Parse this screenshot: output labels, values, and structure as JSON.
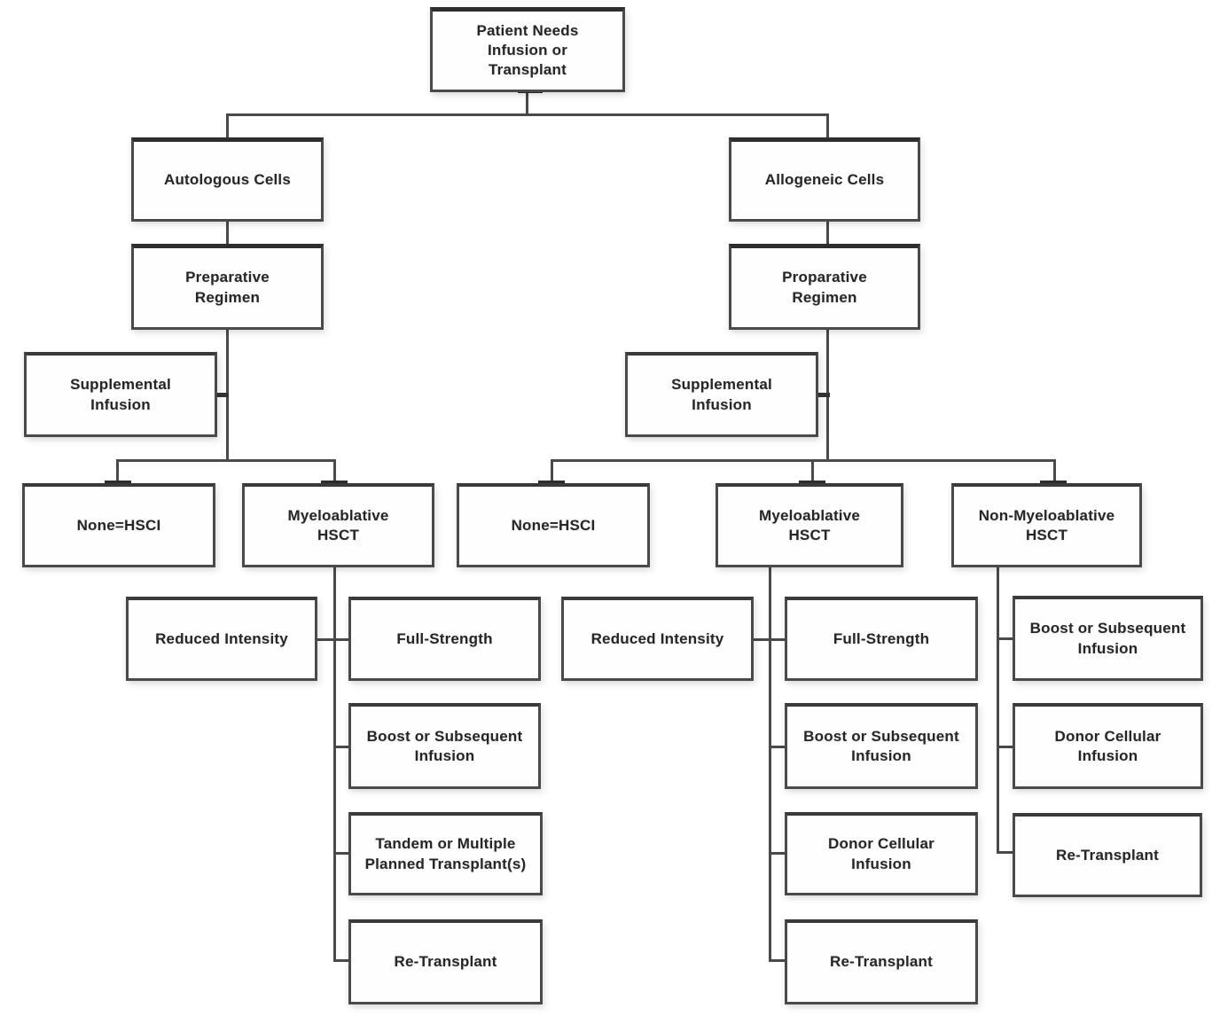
{
  "diagram": {
    "title": "Patient Needs Infusion or Transplant decision tree",
    "type": "flowchart"
  },
  "colors": {
    "line": "#4a4a4a",
    "border": "#4a4a4a",
    "text": "#262626",
    "background": "#ffffff",
    "box_fill": "#fefefe"
  },
  "nodes": {
    "patient": {
      "label": "Patient Needs Infusion or Transplant"
    },
    "autologous": {
      "label": "Autologous Cells"
    },
    "prep_left": {
      "label": "Preparative Regimen"
    },
    "supp_left": {
      "label": "Supplemental Infusion"
    },
    "none_left": {
      "label": "None=HSCI"
    },
    "myelo_left": {
      "label": "Myeloablative HSCT"
    },
    "reduced_left": {
      "label": "Reduced Intensity"
    },
    "full_left": {
      "label": "Full-Strength"
    },
    "boost_left": {
      "label": "Boost or Subsequent Infusion"
    },
    "tandem_left": {
      "label": "Tandem or Multiple Planned Transplant(s)"
    },
    "retransplant_left": {
      "label": "Re-Transplant"
    },
    "allogeneic": {
      "label": "Allogeneic Cells"
    },
    "prep_right": {
      "label": "Proparative Regimen"
    },
    "supp_right": {
      "label": "Supplemental Infusion"
    },
    "none_right": {
      "label": "None=HSCI"
    },
    "myelo_right": {
      "label": "Myeloablative HSCT"
    },
    "reduced_right": {
      "label": "Reduced Intensity"
    },
    "full_right": {
      "label": "Full-Strength"
    },
    "boost_right": {
      "label": "Boost or Subsequent Infusion"
    },
    "donor_right": {
      "label": "Donor Cellular Infusion"
    },
    "retransplant_right": {
      "label": "Re-Transplant"
    },
    "nonmyelo": {
      "label": "Non-Myeloablative HSCT"
    },
    "boost_far": {
      "label": "Boost or Subsequent Infusion"
    },
    "donor_far": {
      "label": "Donor Cellular Infusion"
    },
    "retransplant_far": {
      "label": "Re-Transplant"
    }
  }
}
